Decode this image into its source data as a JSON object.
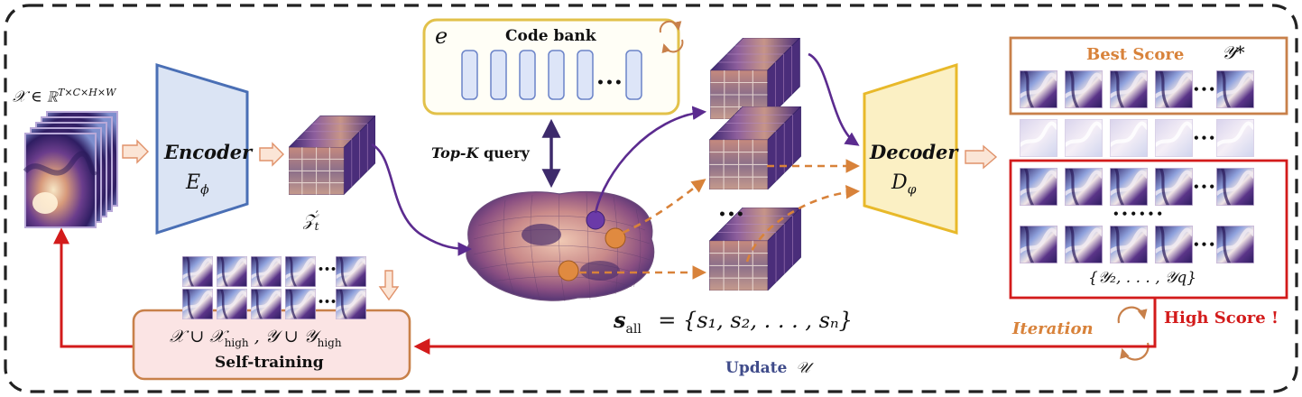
{
  "code_bank": {
    "title": "Code bank",
    "symbol": "e",
    "ellipsis": "•••"
  },
  "input": {
    "label": "𝒳 ∈ ℝ",
    "superscript": "T×C×H×W"
  },
  "encoder": {
    "title": "Encoder",
    "symbol": "E",
    "subscript": "ϕ"
  },
  "latent": {
    "symbol": "𝒵",
    "prime_sub": "′",
    "sub": "t"
  },
  "query": {
    "label_italic": "Top-K",
    "label_rest": " query"
  },
  "decoder": {
    "title": "Decoder",
    "symbol": "D",
    "subscript": "φ"
  },
  "samples": {
    "label_left": "s",
    "label_left_sub": "all",
    "label_right": "= {s₁, s₂, . . . , sₙ}"
  },
  "stacks_ellipsis": "•••",
  "best_score": {
    "title": "Best Score",
    "symbol": "𝒴*",
    "ellipsis": "•••"
  },
  "high_score_box": {
    "ellipsis_mid": "••••••",
    "ellipsis": "•••",
    "set_label": "{𝒴₂, . . . , 𝒴q}"
  },
  "high_score_label": "High Score !",
  "iteration_label": "Iteration",
  "update": {
    "label": "Update",
    "symbol": "𝒰"
  },
  "self_training": {
    "formula": "𝒳 ∪ 𝒳high , 𝒴 ∪ 𝒴high",
    "formula_a": "𝒳 ∪ 𝒳",
    "formula_a_sub": "high",
    "formula_b": " , 𝒴 ∪ 𝒴",
    "formula_b_sub": "high",
    "title": "Self-training",
    "ellipsis": "•••"
  },
  "colors": {
    "encoder": "#4a6fb5",
    "encoder_fill": "#dbe4f4",
    "decoder": "#e8b92a",
    "decoder_fill": "#fbf0c4",
    "codebank": "#e2c14a",
    "purple": "#5b2b8f",
    "orange": "#d8823a",
    "red": "#d31b1b",
    "brown": "#c8804a",
    "update_text": "#3f4b8a"
  }
}
